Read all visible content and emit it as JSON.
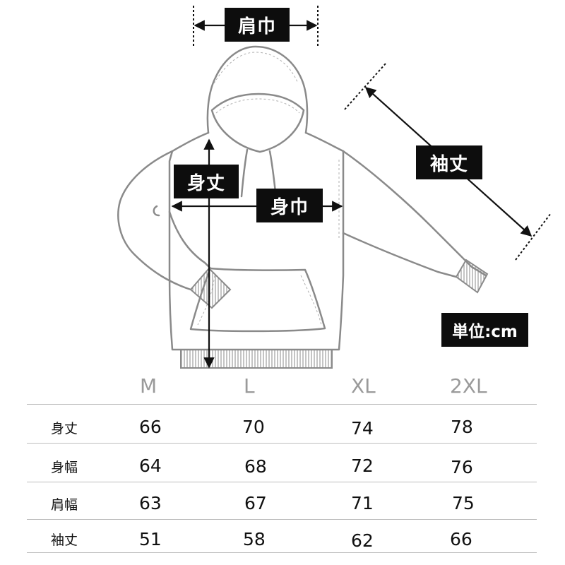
{
  "labels": {
    "shoulder": "肩巾",
    "body_length": "身丈",
    "body_width": "身巾",
    "sleeve": "袖丈",
    "unit": "単位:cm"
  },
  "table": {
    "sizes": [
      "M",
      "L",
      "XL",
      "2XL"
    ],
    "rows": [
      {
        "label": "身丈",
        "values": [
          "66",
          "70",
          "74",
          "78"
        ]
      },
      {
        "label": "身幅",
        "values": [
          "64",
          "68",
          "72",
          "76"
        ]
      },
      {
        "label": "肩幅",
        "values": [
          "63",
          "67",
          "71",
          "75"
        ]
      },
      {
        "label": "袖丈",
        "values": [
          "51",
          "58",
          "62",
          "66"
        ]
      }
    ]
  },
  "colors": {
    "outline": "#8a8a8a",
    "label_bg": "#0d0d0d",
    "label_text": "#ffffff",
    "size_header": "#9a9a9a"
  }
}
